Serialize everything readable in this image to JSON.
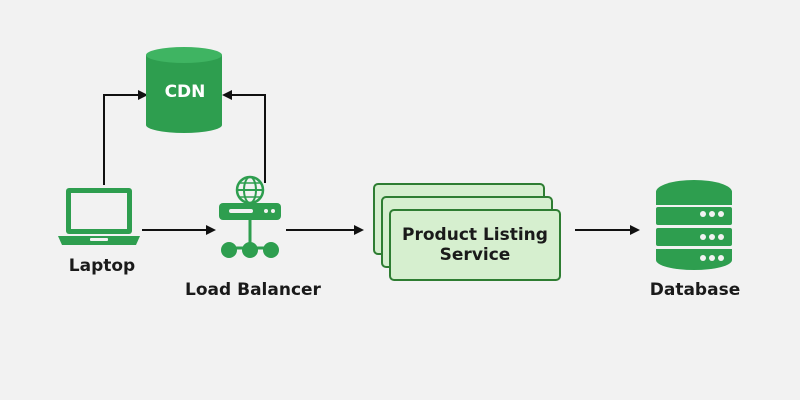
{
  "colors": {
    "background": "#f2f2f2",
    "primary_green": "#2e9e4f",
    "light_green": "#d6efcf",
    "service_border": "#2e7d32",
    "arrow": "#111111",
    "text": "#1a1a1a"
  },
  "nodes": {
    "cdn": {
      "label": "CDN",
      "icon": "database-cylinder-icon"
    },
    "laptop": {
      "label": "Laptop",
      "icon": "laptop-icon"
    },
    "load_balancer": {
      "label": "Load Balancer",
      "icon": "globe-network-icon"
    },
    "service": {
      "line1": "Product Listing",
      "line2": "Service",
      "icon": "stacked-cards-icon"
    },
    "database": {
      "label": "Database",
      "icon": "server-database-icon"
    }
  },
  "edges": [
    {
      "from": "laptop",
      "to": "cdn"
    },
    {
      "from": "load_balancer",
      "to": "cdn"
    },
    {
      "from": "laptop",
      "to": "load_balancer"
    },
    {
      "from": "load_balancer",
      "to": "service"
    },
    {
      "from": "service",
      "to": "database"
    }
  ]
}
